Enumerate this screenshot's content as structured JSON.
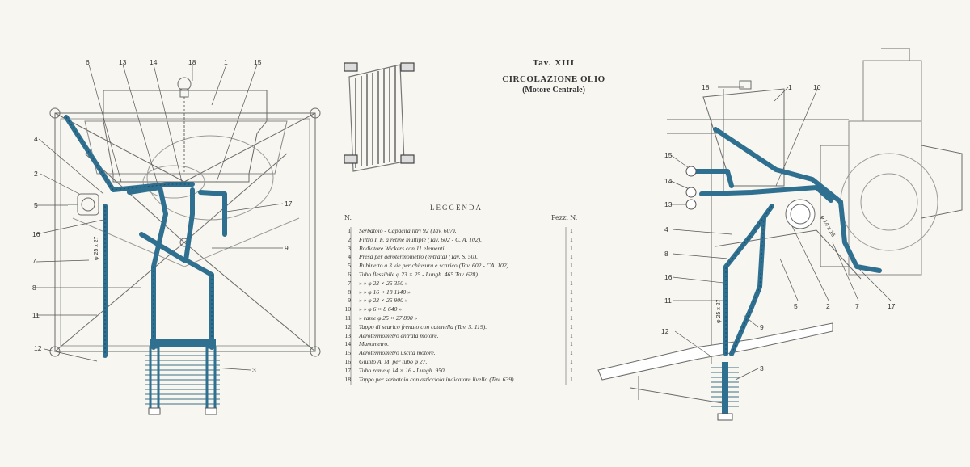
{
  "header": {
    "plate": "Tav. XIII",
    "title": "CIRCOLAZIONE OLIO",
    "subtitle": "(Motore Centrale)"
  },
  "legend": {
    "title": "LEGGENDA",
    "col_n": "N.",
    "col_pieces": "Pezzi N.",
    "rows": [
      {
        "n": "1",
        "desc": "Serbatoio - Capacità litri 92 (Tav. 607).",
        "qty": "1"
      },
      {
        "n": "2",
        "desc": "Filtro I. F. a retine multiple (Tav. 602 - C. A. 102).",
        "qty": "1"
      },
      {
        "n": "3",
        "desc": "Radiatore Wickers con 11 elementi.",
        "qty": "1"
      },
      {
        "n": "4",
        "desc": "Presa per aerotermometro (entrata) (Tav. S. 50).",
        "qty": "1"
      },
      {
        "n": "5",
        "desc": "Rubinetto a 3 vie per chiusura e scarico (Tav. 602 - CA. 102).",
        "qty": "1"
      },
      {
        "n": "6",
        "desc": "Tubo flessibile φ 23 × 25 - Lungh. 465 Tav. 628).",
        "qty": "1"
      },
      {
        "n": "7",
        "desc": "»        »        φ 23 × 25        350    »",
        "qty": "1"
      },
      {
        "n": "8",
        "desc": "»        »        φ 16 × 18        1140    »",
        "qty": "1"
      },
      {
        "n": "9",
        "desc": "»        »        φ 23 × 25        900    »",
        "qty": "1"
      },
      {
        "n": "10",
        "desc": "»        »        φ 6 × 8        640    »",
        "qty": "1"
      },
      {
        "n": "11",
        "desc": "»    rame    φ 25 × 27        800    »",
        "qty": "1"
      },
      {
        "n": "12",
        "desc": "Tappo di scarico frenato con catenella (Tav. S. 119).",
        "qty": "1"
      },
      {
        "n": "13",
        "desc": "Aerotermometro entrata motore.",
        "qty": "1"
      },
      {
        "n": "14",
        "desc": "Manometro.",
        "qty": "1"
      },
      {
        "n": "15",
        "desc": "Aerotermometro uscita motore.",
        "qty": "1"
      },
      {
        "n": "16",
        "desc": "Giunto A. M. per tubo φ 27.",
        "qty": "1"
      },
      {
        "n": "17",
        "desc": "Tubo rame φ 14 × 16 - Lungh. 950.",
        "qty": "1"
      },
      {
        "n": "18",
        "desc": "Tappo per serbatoio con asticciola indicatore livello (Tav. 639)",
        "qty": "1"
      }
    ]
  },
  "left_callouts": [
    "6",
    "13",
    "14",
    "18",
    "1",
    "15",
    "4",
    "2",
    "5",
    "16",
    "7",
    "8",
    "11",
    "12",
    "17",
    "9",
    "3"
  ],
  "left_tube_marks": [
    "φ 25 x 27"
  ],
  "right_callouts": [
    "18",
    "1",
    "10",
    "15",
    "14",
    "13",
    "4",
    "8",
    "16",
    "11",
    "12",
    "3",
    "9",
    "5",
    "2",
    "7",
    "17"
  ],
  "right_tube_marks": [
    "φ 25 x 27",
    "φ 14 x 16"
  ],
  "colors": {
    "pipe": "#2f6f8f",
    "pipe_dark": "#1d4e66",
    "line": "#555555",
    "paper": "#f7f6f0"
  }
}
